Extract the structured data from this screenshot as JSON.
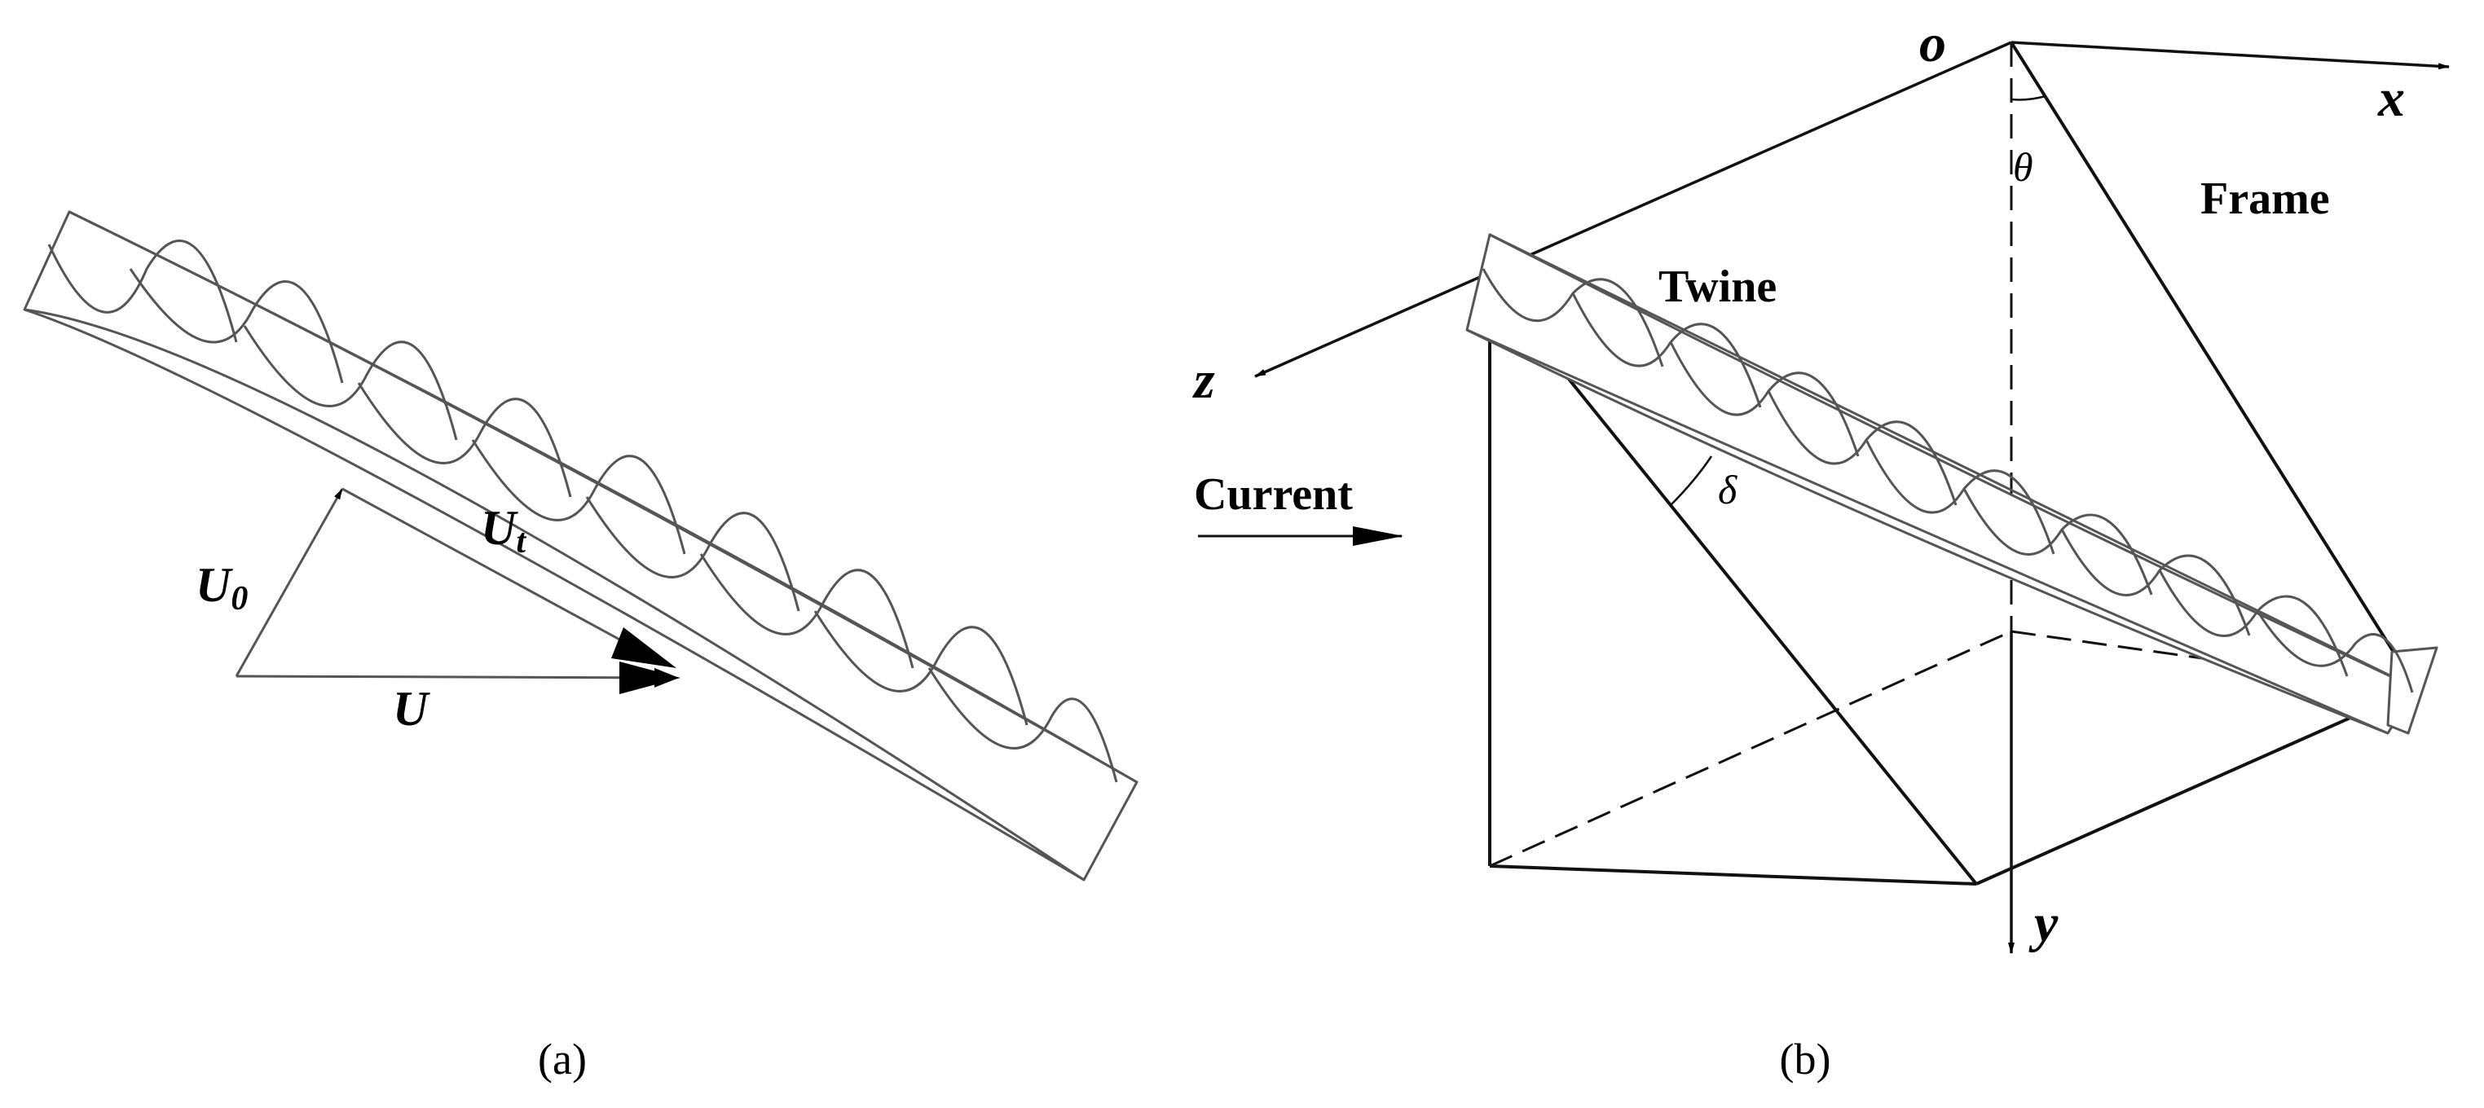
{
  "panel_a": {
    "caption": "(a)",
    "labels": {
      "U0": "U",
      "U0_sub": "0",
      "Ut": "U",
      "Ut_sub": "t",
      "U": "U"
    }
  },
  "panel_b": {
    "caption": "(b)",
    "axes": {
      "origin": "o",
      "x": "x",
      "y": "y",
      "z": "z"
    },
    "labels": {
      "frame": "Frame",
      "twine": "Twine",
      "current": "Current",
      "theta": "θ",
      "delta": "δ"
    }
  }
}
